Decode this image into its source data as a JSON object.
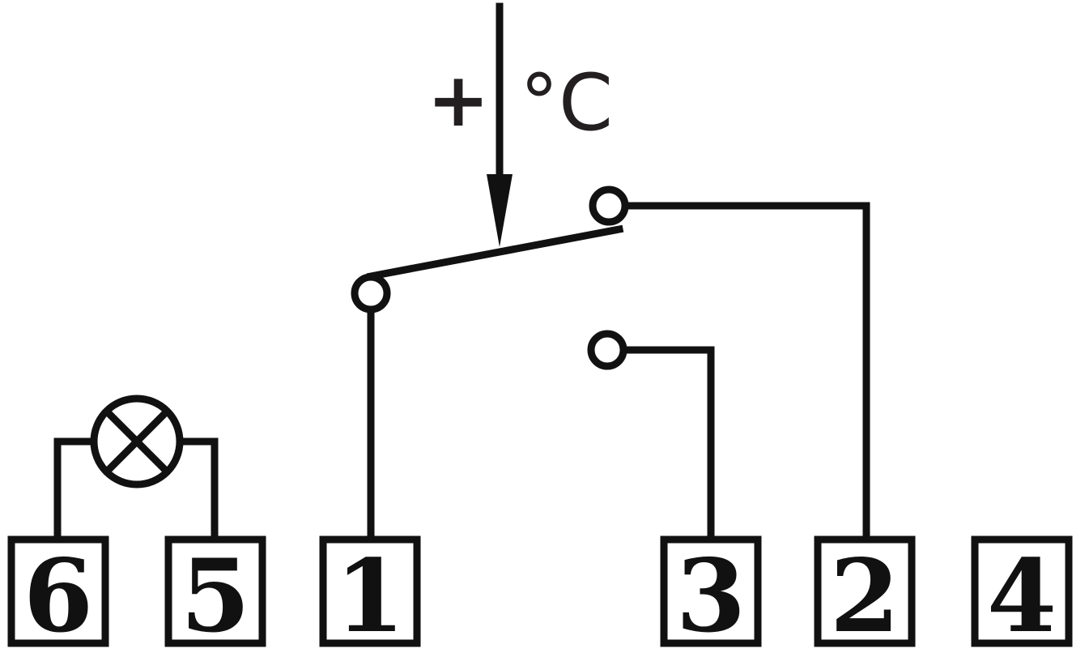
{
  "symbols": {
    "plus": "+",
    "degree_celsius": "°C"
  },
  "terminals": [
    {
      "label": "6"
    },
    {
      "label": "5"
    },
    {
      "label": "1"
    },
    {
      "label": "3"
    },
    {
      "label": "2"
    },
    {
      "label": "4"
    }
  ]
}
